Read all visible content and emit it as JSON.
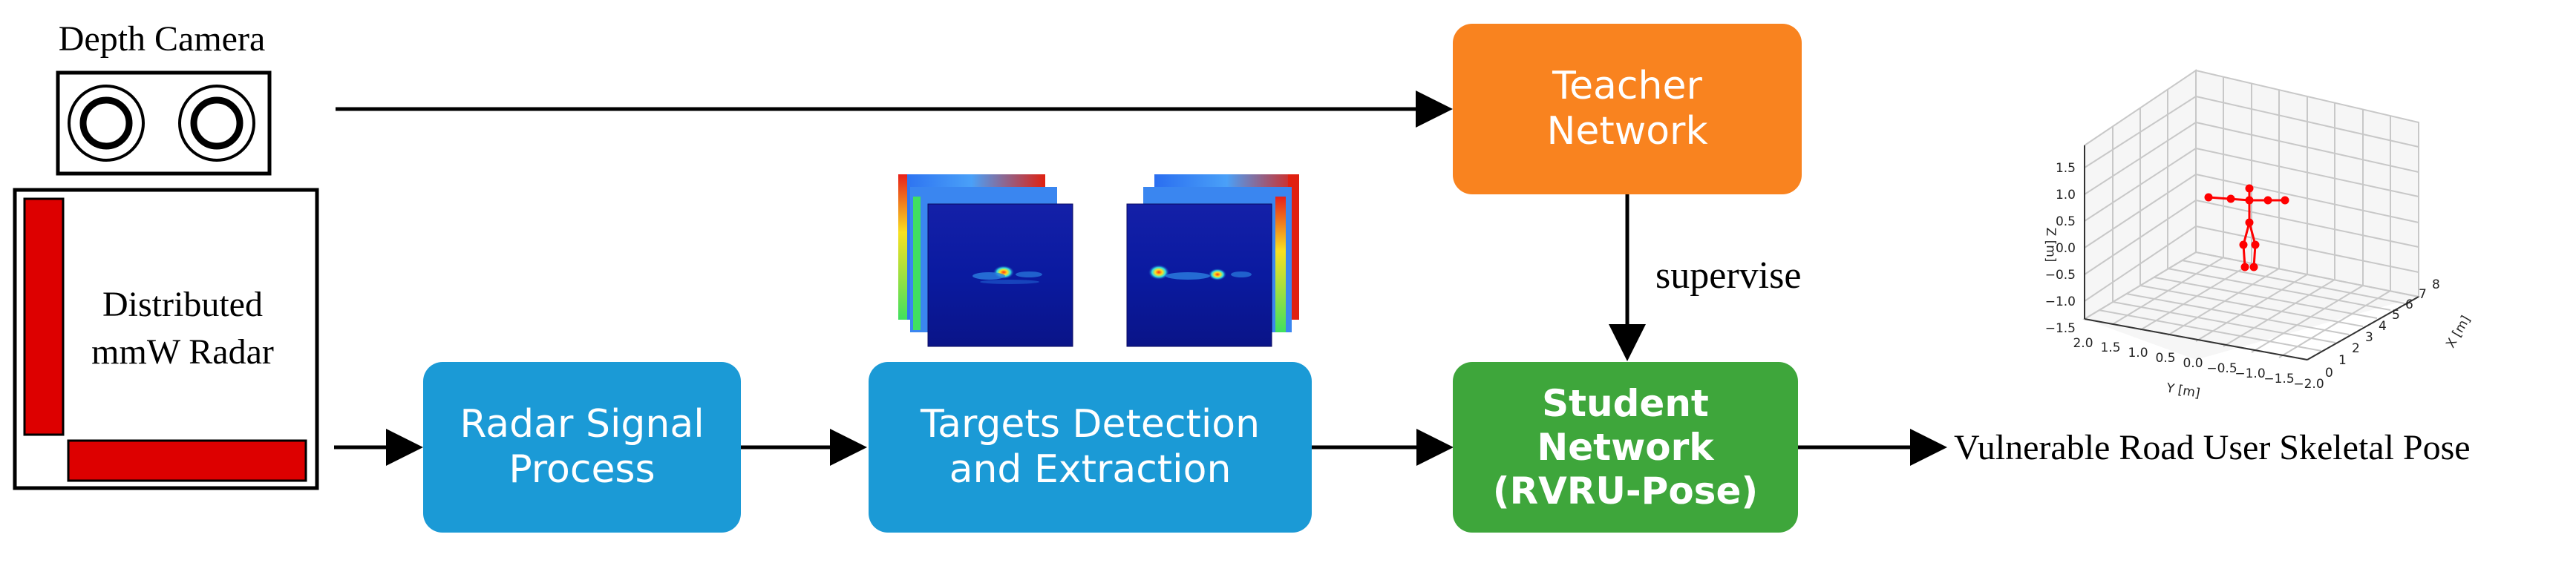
{
  "diagram": {
    "depth_camera": {
      "label": "Depth Camera"
    },
    "radar": {
      "label_line1": "Distributed",
      "label_line2": "mmW Radar"
    },
    "boxes": {
      "teacher": {
        "line1": "Teacher",
        "line2": "Network"
      },
      "radar_signal": {
        "line1": "Radar Signal",
        "line2": "Process"
      },
      "targets": {
        "line1": "Targets Detection",
        "line2": "and Extraction"
      },
      "student": {
        "line1": "Student",
        "line2": "Network",
        "line3": "(RVRU-Pose)"
      }
    },
    "edge_labels": {
      "supervise": "supervise"
    },
    "output_label": "Vulnerable Road User Skeletal Pose",
    "plot3d": {
      "z_label": "Z [m]",
      "y_label": "Y [m]",
      "x_label": "X [m]",
      "z_ticks": [
        "1.5",
        "1.0",
        "0.5",
        "0.0",
        "−0.5",
        "−1.0",
        "−1.5"
      ],
      "y_ticks": [
        "2.0",
        "1.5",
        "1.0",
        "0.5",
        "0.0",
        "−0.5",
        "−1.0",
        "−1.5",
        "−2.0"
      ],
      "x_ticks": [
        "0",
        "1",
        "2",
        "3",
        "4",
        "5",
        "6",
        "7",
        "8"
      ]
    },
    "colors": {
      "blue_box": "#1b9ad6",
      "orange_box": "#f9831f",
      "green_box": "#3ea63b",
      "radar_bar": "#dd0000",
      "skeleton": "#ff0000"
    }
  }
}
